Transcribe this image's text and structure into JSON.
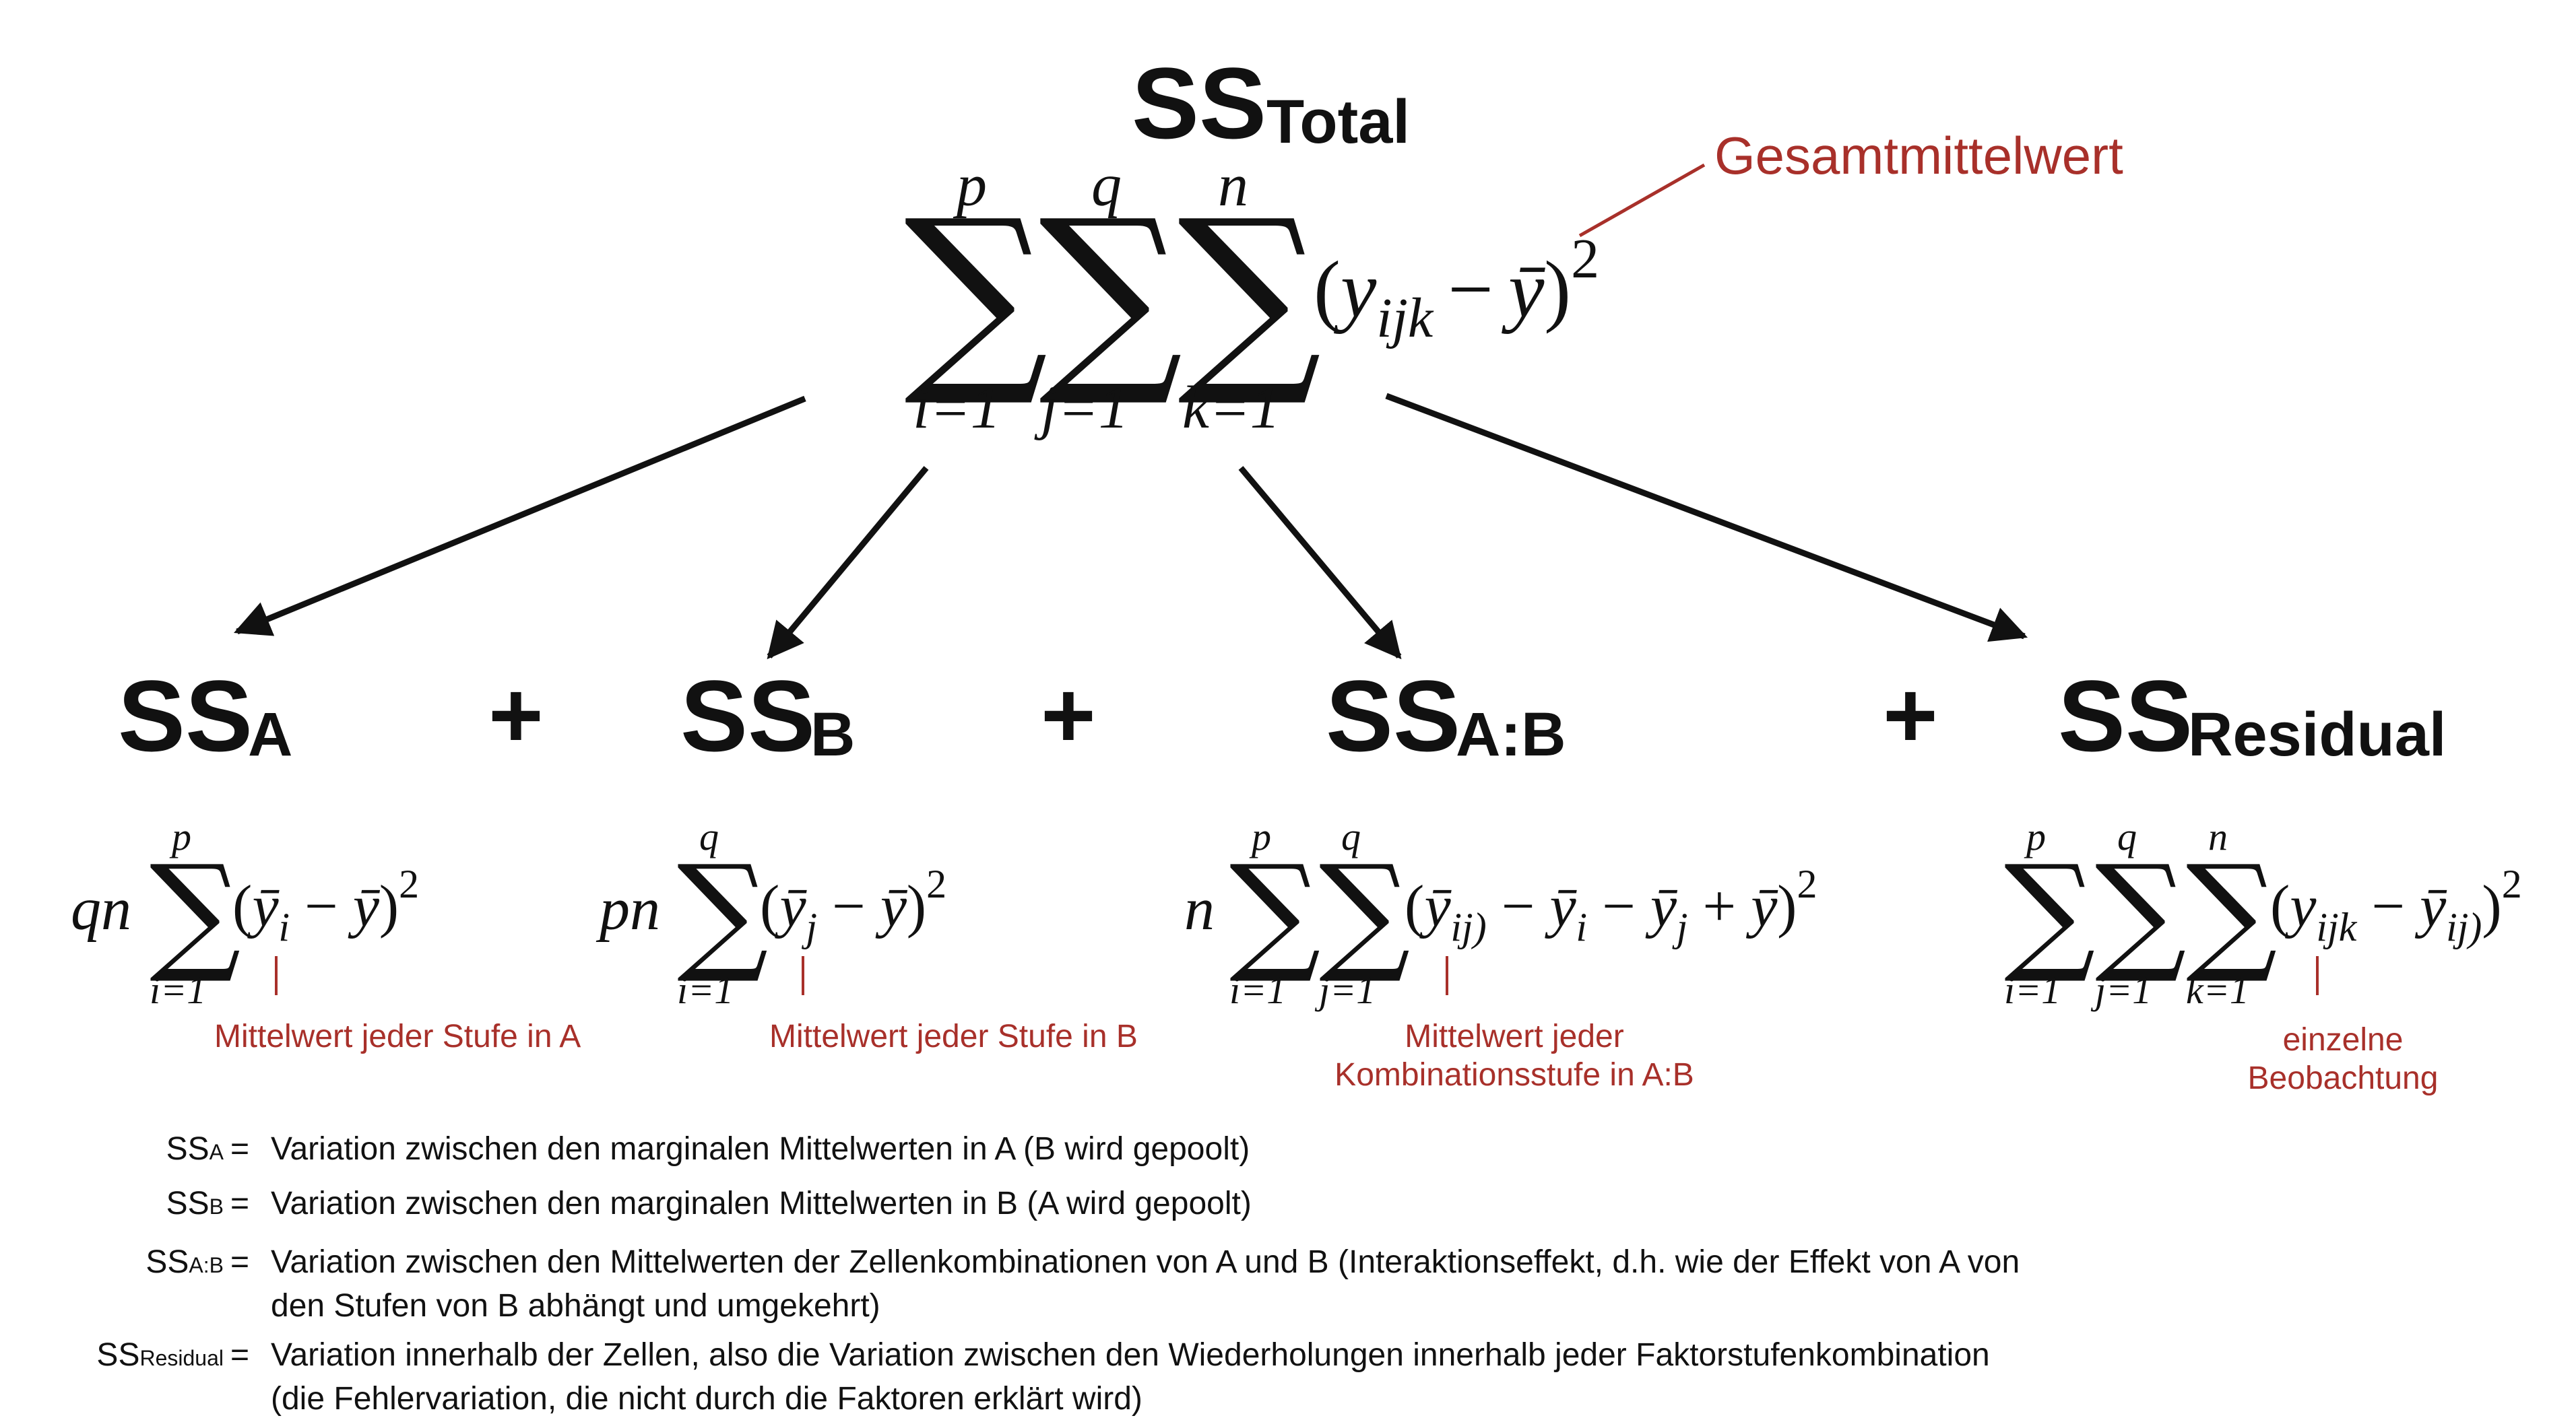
{
  "colors": {
    "ink": "#111111",
    "annotation": "#a8302a",
    "background": "#ffffff"
  },
  "total": {
    "ss": "SS",
    "sub": "Total",
    "formula": {
      "sum_symbol": "∑",
      "upper": [
        "p",
        "q",
        "n"
      ],
      "lower": [
        "i=1",
        "j=1",
        "k=1"
      ],
      "term_open": "(",
      "y": "y",
      "y_sub": "ijk",
      "minus": "−",
      "ybar": "ȳ",
      "term_close": ")",
      "power": "2"
    },
    "annotation": "Gesamtmittelwert"
  },
  "plus": "+",
  "components": [
    {
      "ss": "SS",
      "sub": "A",
      "formula": {
        "coef": "qn",
        "upper": [
          "p"
        ],
        "lower": [
          "i=1"
        ],
        "term": [
          "(",
          "ȳ",
          "i",
          " − ",
          "ȳ",
          ")",
          "2"
        ]
      },
      "annotation": [
        "Mittelwert jeder Stufe in A"
      ]
    },
    {
      "ss": "SS",
      "sub": "B",
      "formula": {
        "coef": "pn",
        "upper": [
          "q"
        ],
        "lower": [
          "i=1"
        ],
        "term": [
          "(",
          "ȳ",
          "j",
          " − ",
          "ȳ",
          ")",
          "2"
        ]
      },
      "annotation": [
        "Mittelwert jeder Stufe in B"
      ]
    },
    {
      "ss": "SS",
      "sub": "A:B",
      "formula": {
        "coef": "n",
        "upper": [
          "p",
          "q"
        ],
        "lower": [
          "i=1",
          "j=1"
        ],
        "term": [
          "(",
          "ȳ",
          "ij)",
          " − ",
          "ȳ",
          "i",
          " − ",
          "ȳ",
          "j",
          " + ",
          "ȳ",
          ")",
          "2"
        ]
      },
      "annotation": [
        "Mittelwert jeder",
        "Kombinationsstufe in A:B"
      ]
    },
    {
      "ss": "SS",
      "sub": "Residual",
      "formula": {
        "coef": "",
        "upper": [
          "p",
          "q",
          "n"
        ],
        "lower": [
          "i=1",
          "j=1",
          "k=1"
        ],
        "term": [
          "(",
          "y",
          "ijk",
          " − ",
          "ȳ",
          "ij)",
          ")",
          "2"
        ]
      },
      "annotation": [
        "einzelne",
        "Beobachtung"
      ]
    }
  ],
  "legend": [
    {
      "ss": "SS",
      "sub": "A",
      "eq": "=",
      "lines": [
        "Variation zwischen den marginalen Mittelwerten in A (B wird gepoolt)"
      ]
    },
    {
      "ss": "SS",
      "sub": "B",
      "eq": "=",
      "lines": [
        "Variation zwischen den marginalen Mittelwerten in B (A wird gepoolt)"
      ]
    },
    {
      "ss": "SS",
      "sub": "A:B",
      "eq": "=",
      "lines": [
        "Variation zwischen den Mittelwerten der Zellenkombinationen von A und B (Interaktionseffekt, d.h. wie der Effekt von A von",
        "den Stufen von B abhängt und umgekehrt)"
      ]
    },
    {
      "ss": "SS",
      "sub": "Residual",
      "eq": "=",
      "lines": [
        "Variation innerhalb der Zellen, also die Variation zwischen den Wiederholungen innerhalb jeder Faktorstufenkombination",
        "(die Fehlervariation, die nicht durch die Faktoren erklärt wird)"
      ]
    }
  ]
}
